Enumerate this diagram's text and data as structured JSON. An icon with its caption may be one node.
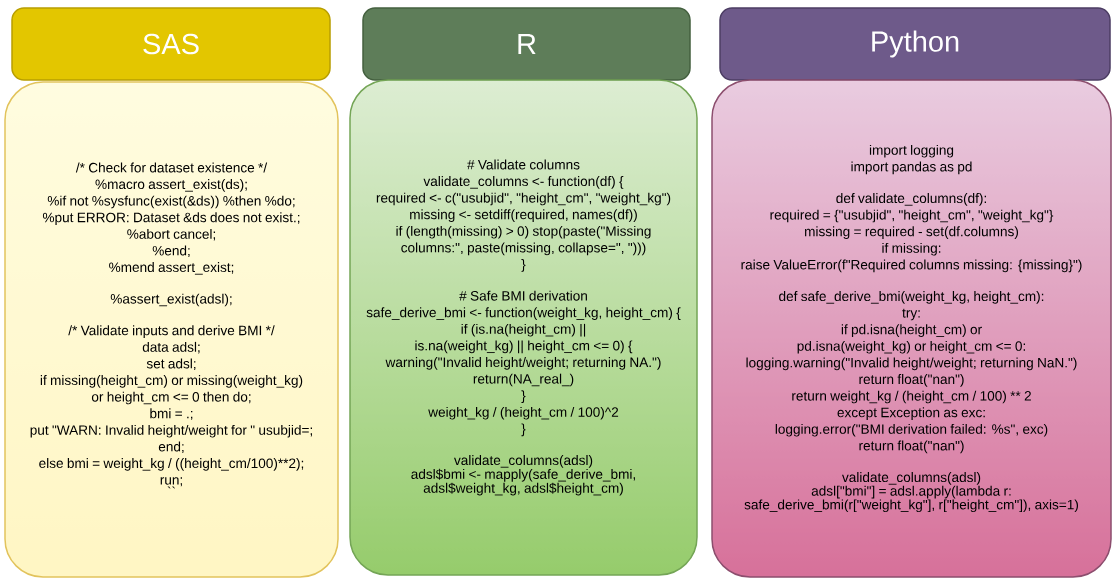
{
  "diagram": {
    "nodes": [
      {
        "text": [
          "SAS"
        ]
      },
      {
        "text": [
          "/* Check for dataset existence */",
          "%macro assert_exist(ds);",
          "%if not %sysfunc(exist(&ds)) %then %do;",
          "%put ERROR: Dataset &ds does not exist.;",
          "%abort cancel;",
          "%end;",
          "%mend assert_exist;",
          "%assert_exist(adsl);",
          "/* Validate inputs and derive BMI */",
          "data adsl;",
          "set adsl;",
          "if missing(height_cm) or missing(weight_kg) or height_cm <= 0 then do;",
          "bmi = .;",
          "put \"WARN: Invalid height/weight for \" usubjid=;",
          "end;",
          "else bmi = weight_kg / ((height_cm/100)**2);",
          "run;",
          "``"
        ]
      },
      {
        "text": [
          "R"
        ]
      },
      {
        "text": [
          "# Validate columns",
          "validate_columns <- function(df) {",
          "required <- c(\"usubjid\", \"height_cm\", \"weight_kg\")",
          "missing <- setdiff(required, names(df))",
          "if (length(missing) > 0) stop(paste(\"Missing columns:\", paste(missing, collapse=\", \")))",
          "}",
          "# Safe BMI derivation",
          "safe_derive_bmi <- function(weight_kg, height_cm) {",
          "if (is.na(height_cm) || is.na(weight_kg) || height_cm <= 0) {",
          "warning(\"Invalid height/weight; returning NA.\")",
          "return(NA_real_)",
          "}",
          "weight_kg / (height_cm / 100)^2",
          "}",
          "validate_columns(adsl)",
          "adsl$bmi <- mapply(safe_derive_bmi, adsl$weight_kg, adsl$height_cm)"
        ]
      },
      {
        "text": [
          "Python"
        ]
      },
      {
        "text": [
          "import logging",
          "import pandas as pd",
          "def validate_columns(df):",
          "required = {\"usubjid\", \"height_cm\", \"weight_kg\"}",
          "missing = required - set(df.columns)",
          "if missing:",
          "raise ValueError(f\"Required columns missing: {missing}\")",
          "def safe_derive_bmi(weight_kg, height_cm):",
          "try:",
          "if pd.isna(height_cm) or pd.isna(weight_kg) or height_cm <= 0:",
          "logging.warning(\"Invalid height/weight; returning NaN.\")",
          "return float(\"nan\")",
          "return weight_kg / (height_cm / 100) ** 2",
          "except Exception as exc:",
          "logging.error(\"BMI derivation failed: %s\", exc)",
          "return float(\"nan\")",
          "validate_columns(adsl)",
          "adsl[\"bmi\"] = adsl.apply(lambda r: safe_derive_bmi(r[\"weight_kg\"], r[\"height_cm\"]), axis=1)"
        ]
      }
    ]
  }
}
